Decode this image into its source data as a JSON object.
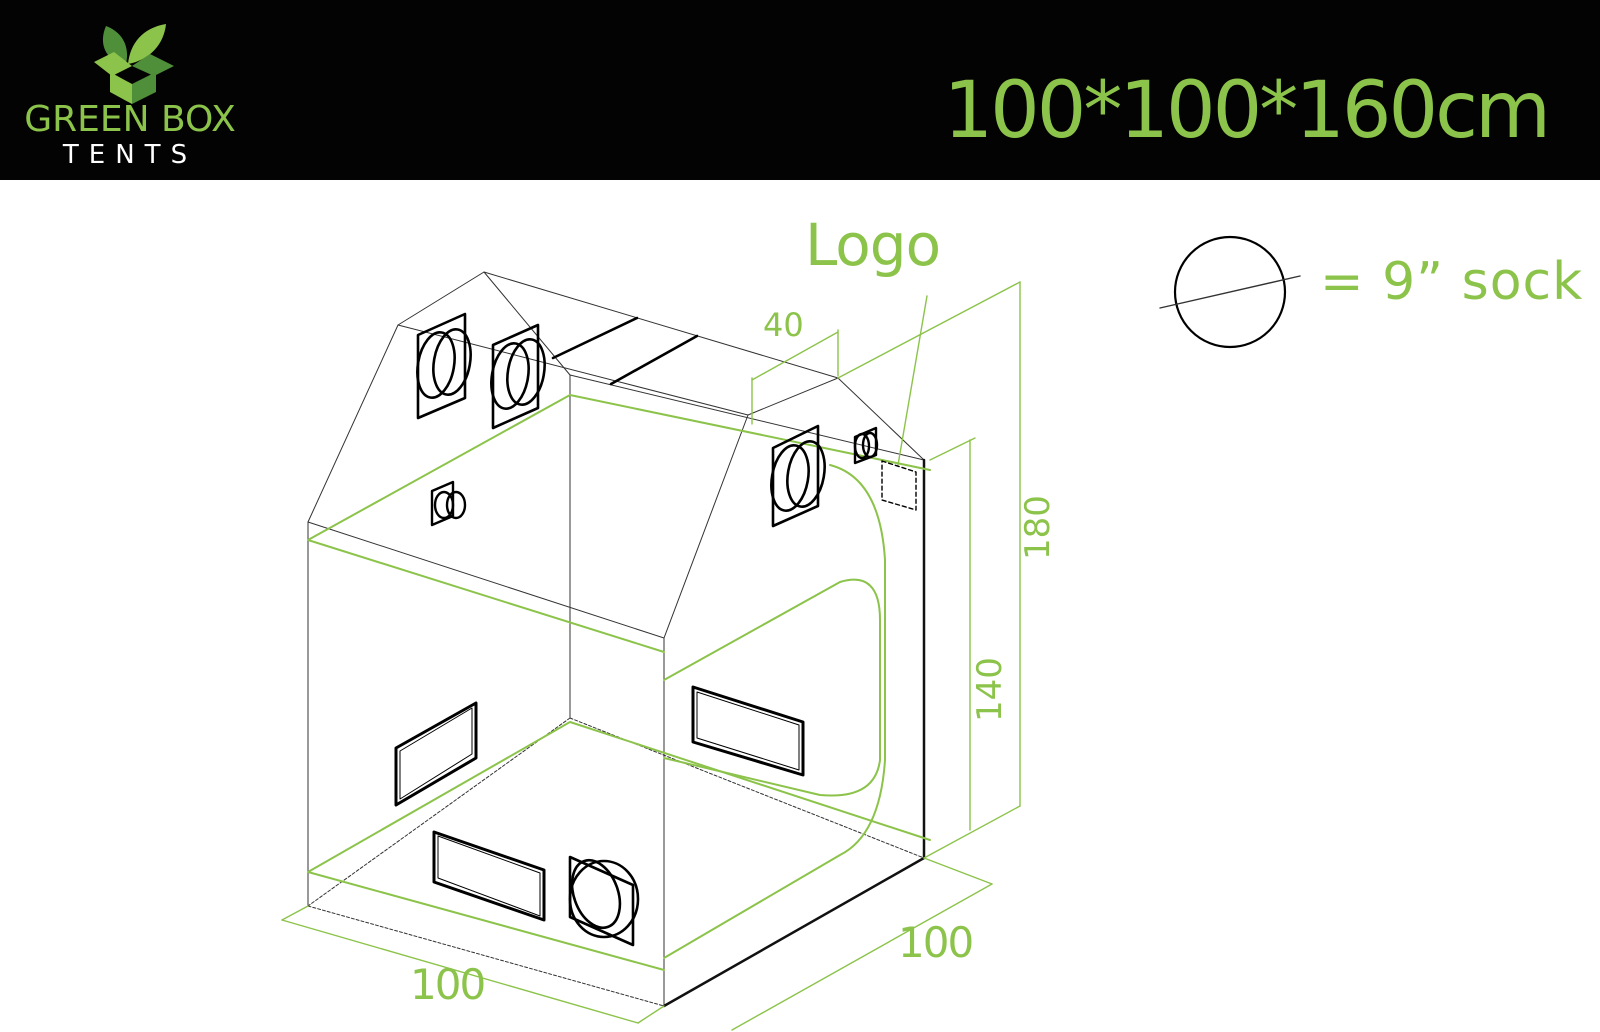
{
  "header": {
    "brand": {
      "name": "GREEN BOX",
      "subtitle": "TENTS",
      "icon": "leaf-box-icon"
    },
    "title": "100*100*160cm"
  },
  "legend": {
    "symbol": "vent-circle-icon",
    "text": "= 9” sock"
  },
  "diagram": {
    "labels": {
      "logo": "Logo",
      "logo_offset": "40",
      "width": "100",
      "depth": "100",
      "total_height": "180",
      "door_height": "140"
    },
    "features": [
      {
        "type": "vent-sock",
        "location": "roof-left-gable",
        "count": 2
      },
      {
        "type": "vent-sock",
        "location": "roof-right-gable",
        "count": 1
      },
      {
        "type": "small-port",
        "location": "left-wall-upper",
        "count": 1
      },
      {
        "type": "small-port",
        "location": "right-gable",
        "count": 1
      },
      {
        "type": "window",
        "location": "left-wall",
        "count": 1
      },
      {
        "type": "window",
        "location": "front-wall",
        "count": 1
      },
      {
        "type": "window",
        "location": "floor-front",
        "count": 1
      },
      {
        "type": "vent-sock",
        "location": "floor-front",
        "count": 1
      },
      {
        "type": "logo-placeholder",
        "location": "right-gable",
        "count": 1
      }
    ],
    "colors": {
      "accent": "#8cc34a",
      "outline": "#000000",
      "header_bg": "#030303"
    }
  }
}
